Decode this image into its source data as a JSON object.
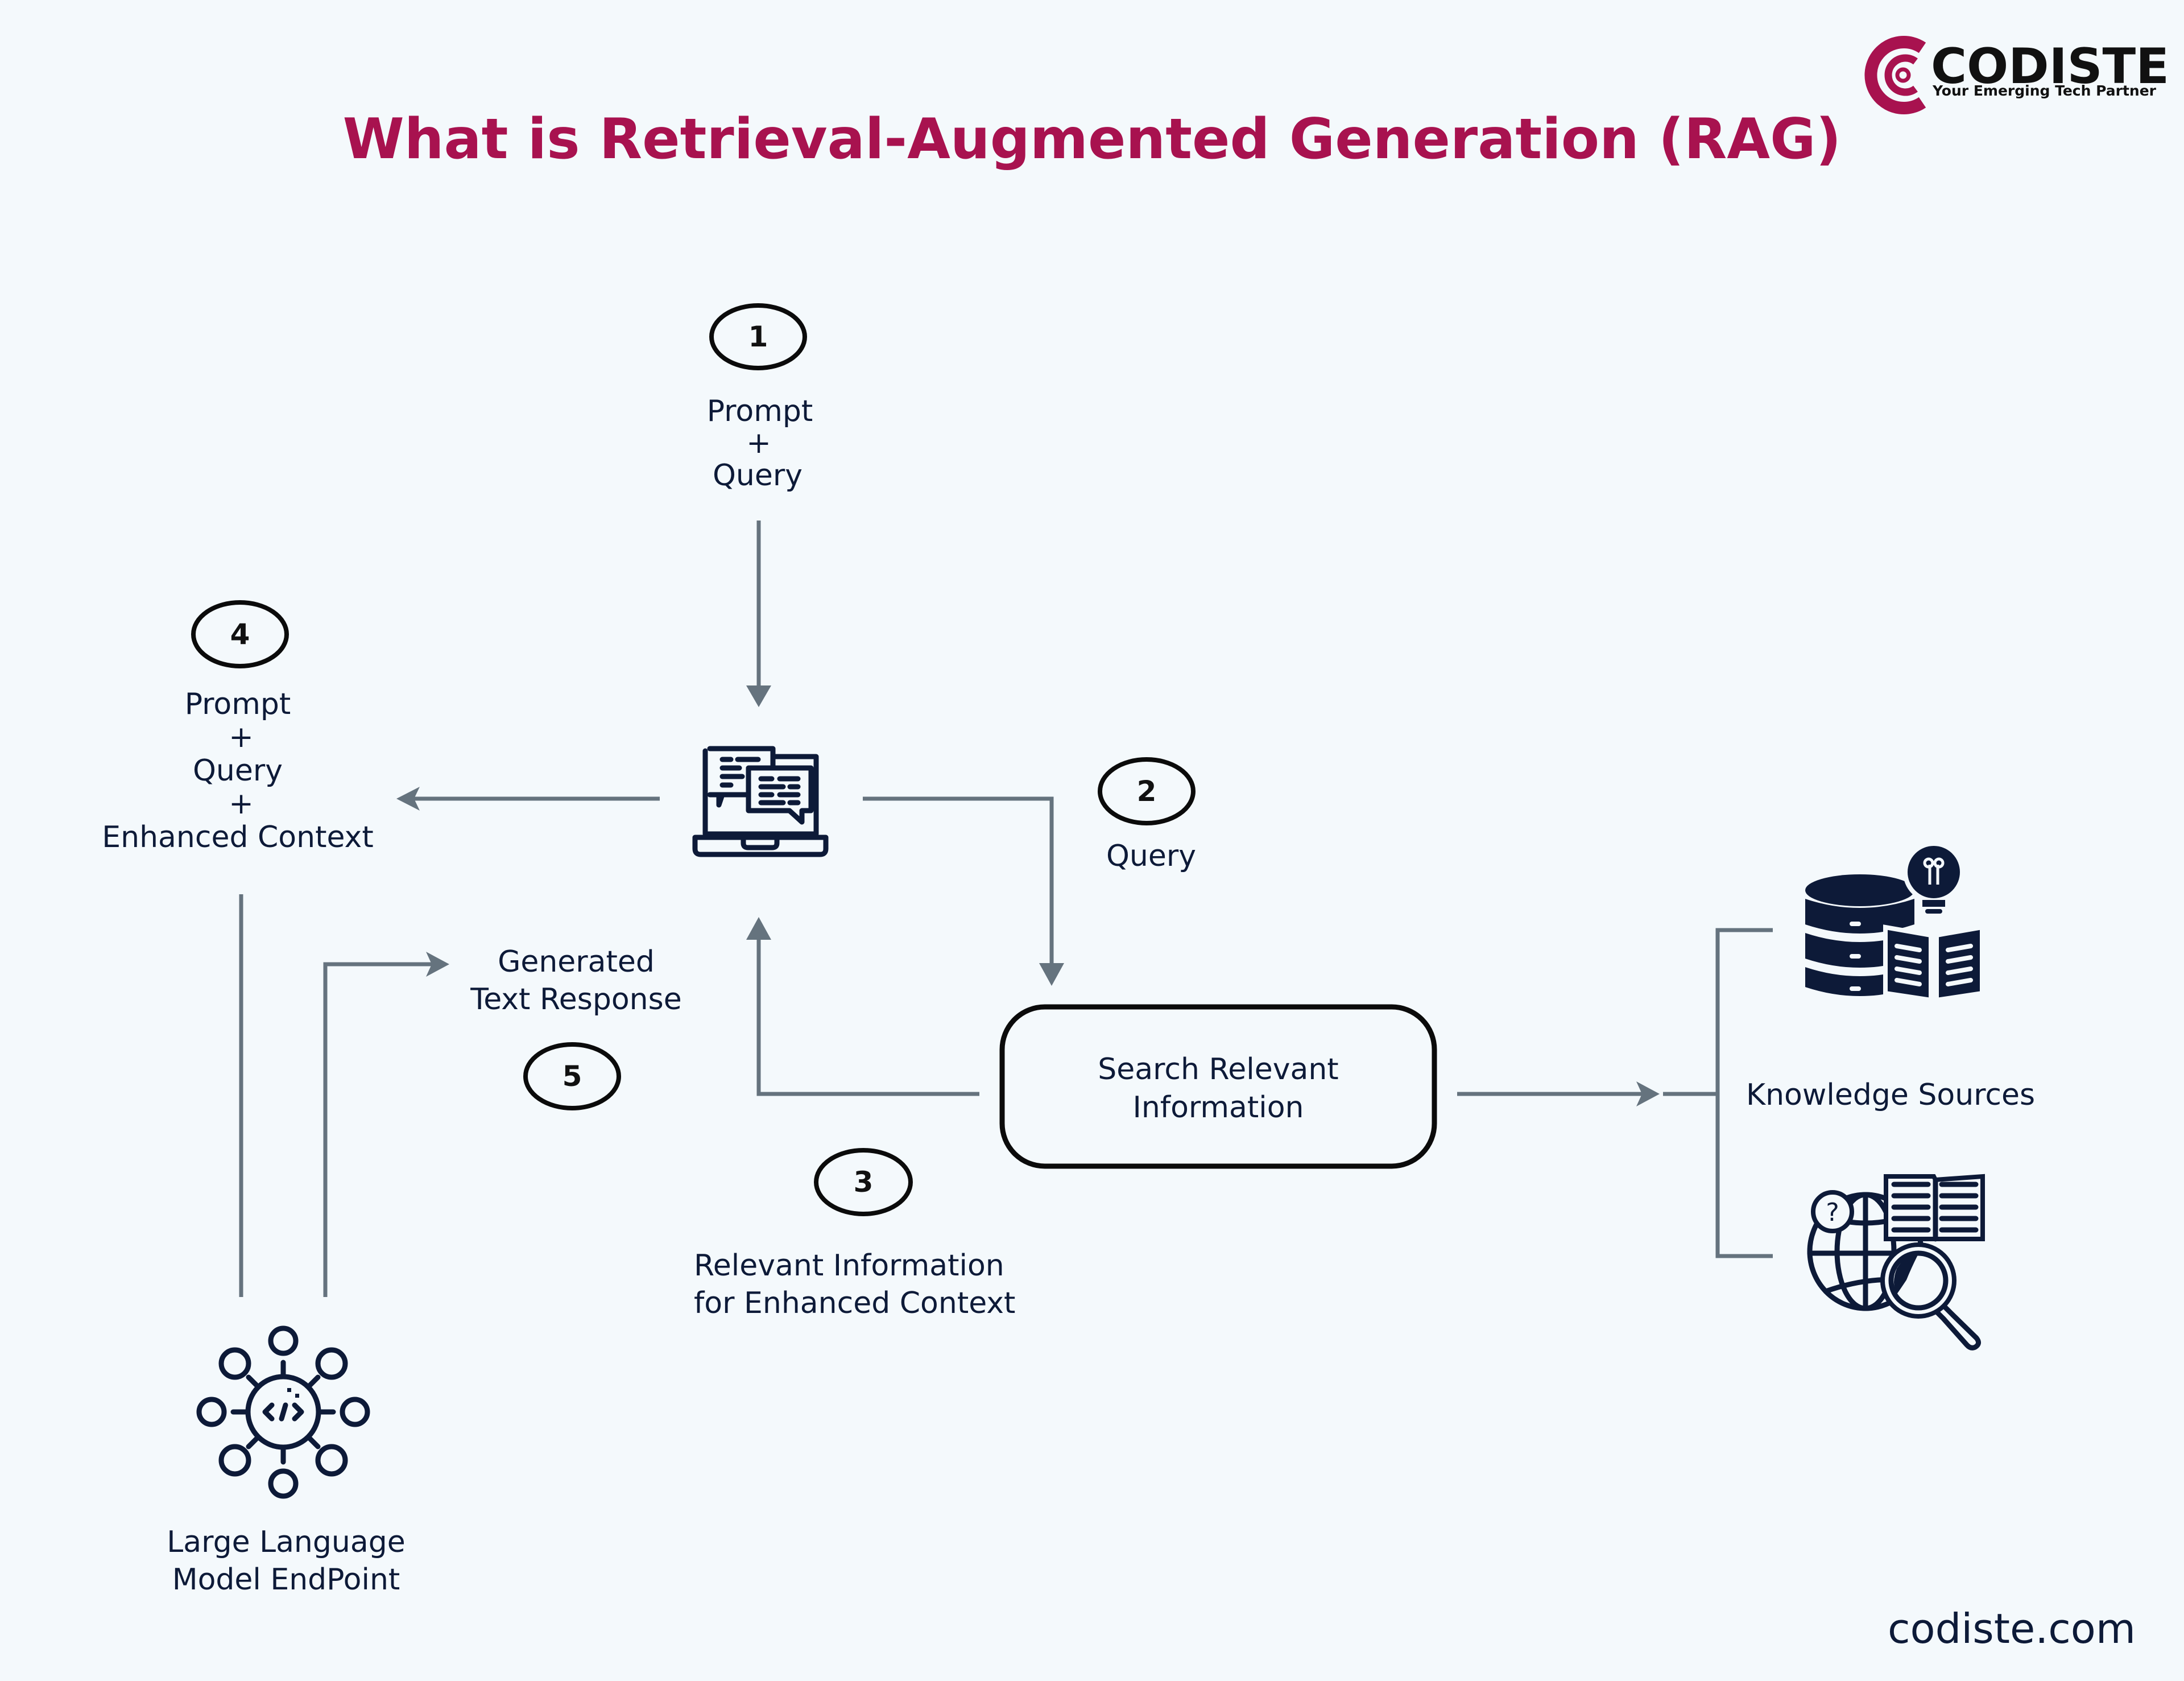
{
  "header": {
    "title": "What is Retrieval-Augmented Generation (RAG)",
    "brand": {
      "name": "CODISTE",
      "tagline": "Your Emerging Tech Partner",
      "logo_icon": "codiste-c-logo-icon"
    }
  },
  "colors": {
    "background": "#f4f9fc",
    "title": "#a8124f",
    "text": "#0d1a38",
    "connector": "#65737e",
    "badge_outline": "#0b0b0b"
  },
  "steps": [
    {
      "number": "1",
      "lines": [
        "Prompt",
        "+",
        "Query"
      ]
    },
    {
      "number": "2",
      "lines": [
        "Query"
      ]
    },
    {
      "number": "3",
      "lines": [
        "Relevant Information",
        "for Enhanced Context"
      ]
    },
    {
      "number": "4",
      "lines": [
        "Prompt",
        "+",
        "Query",
        "+",
        "Enhanced Context"
      ]
    },
    {
      "number": "5",
      "lines": [
        "Generated",
        "Text Response"
      ]
    }
  ],
  "nodes": {
    "app": {
      "icon": "laptop-chat-icon"
    },
    "search": {
      "lines": [
        "Search Relevant",
        "Information"
      ]
    },
    "llm": {
      "icon": "neural-network-code-icon",
      "lines": [
        "Large Language",
        "Model EndPoint"
      ]
    },
    "knowledge": {
      "label": "Knowledge Sources",
      "icons": [
        "database-lightbulb-book-icon",
        "globe-book-magnifier-icon"
      ]
    }
  },
  "footer": {
    "website": "codiste.com"
  }
}
